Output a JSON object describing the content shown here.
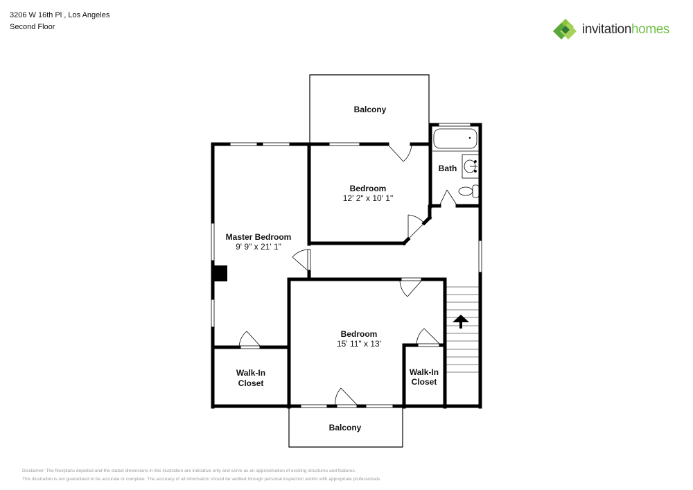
{
  "header": {
    "address": "3206 W 16th Pl , Los Angeles",
    "floor": "Second Floor"
  },
  "logo": {
    "word1": "invitation",
    "word2": "homes",
    "colors": {
      "dark": "#2b2b2b",
      "green": "#6fbf44",
      "green_dark": "#3f8f3a"
    }
  },
  "floorplan": {
    "rooms": {
      "balcony_top": {
        "name": "Balcony"
      },
      "bath": {
        "name": "Bath"
      },
      "bedroom_upper": {
        "name": "Bedroom",
        "dims": "12' 2\" x 10' 1\""
      },
      "master_bedroom": {
        "name": "Master Bedroom",
        "dims": "9' 9\" x 21' 1\""
      },
      "bedroom_lower": {
        "name": "Bedroom",
        "dims": "15' 11\" x 13'"
      },
      "walkin_left": {
        "name_line1": "Walk-In",
        "name_line2": "Closet"
      },
      "walkin_right": {
        "name_line1": "Walk-In",
        "name_line2": "Closet"
      },
      "balcony_bottom": {
        "name": "Balcony"
      }
    },
    "stairs_direction": "up"
  },
  "disclaimer": {
    "line1": "Disclaimer: The floorplans depicted and the stated dimensions in this illustration are indicative only and serve as an approximation of existing structures and features.",
    "line2": "This illustration is not guaranteed to be accurate or complete. The accuracy of all information should be verified through personal inspection and/or with appropriate professionals."
  }
}
